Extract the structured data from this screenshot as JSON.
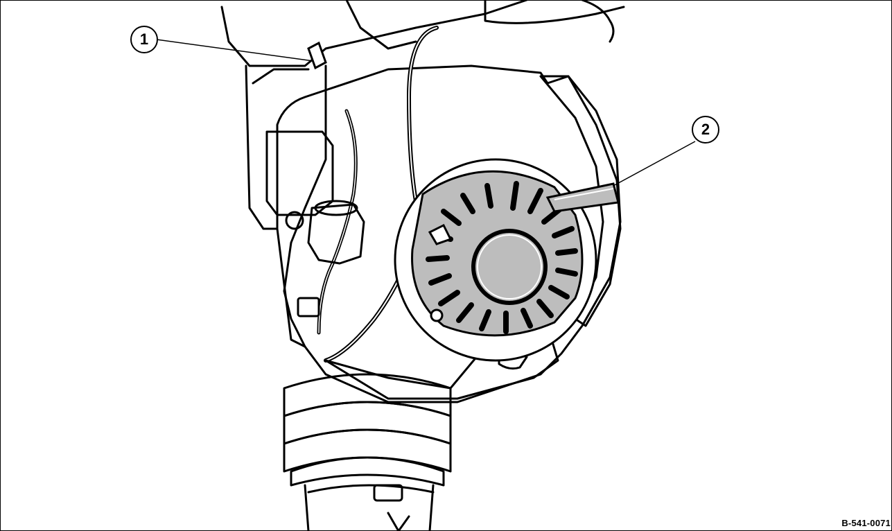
{
  "figure": {
    "id_label": "B-541-0071",
    "callouts": [
      {
        "number": "1"
      },
      {
        "number": "2"
      }
    ],
    "colors": {
      "line": "#000000",
      "fill_gray": "#bdbdbd",
      "fill_white": "#ffffff"
    }
  }
}
